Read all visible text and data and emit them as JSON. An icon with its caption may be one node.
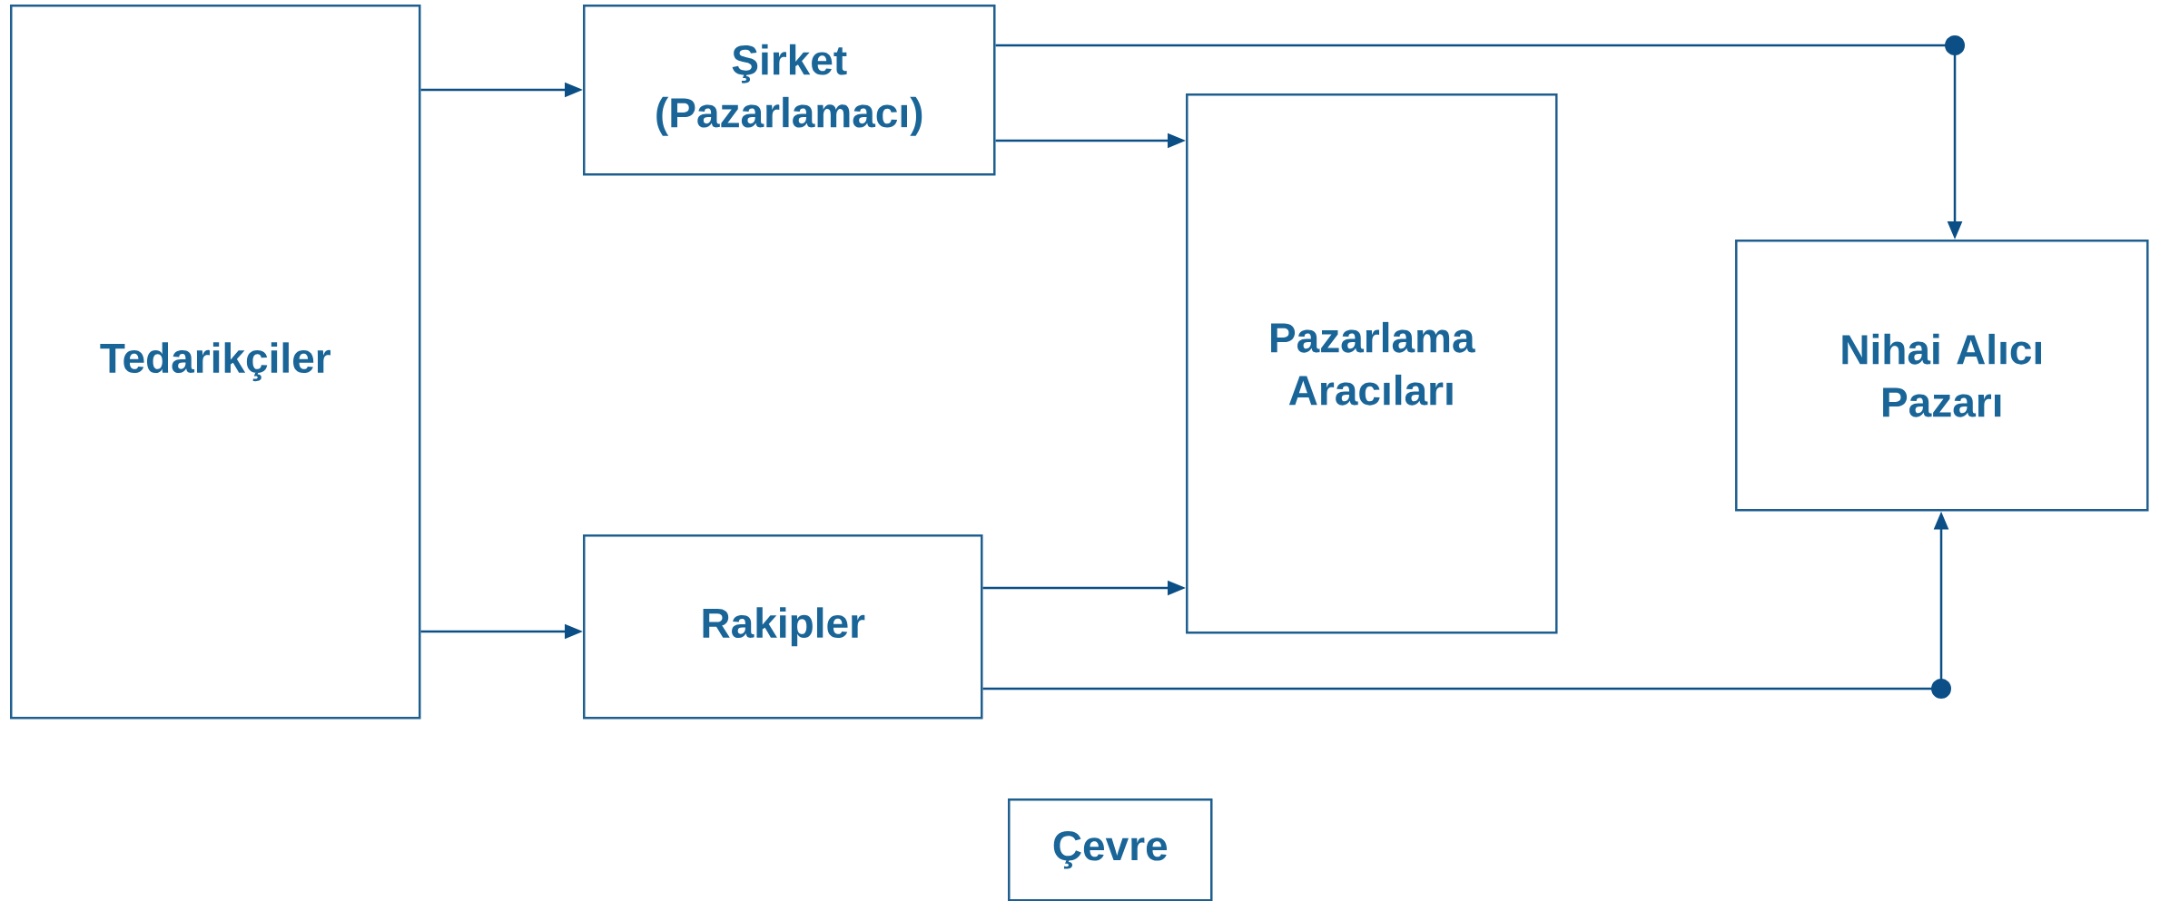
{
  "diagram": {
    "nodes": [
      {
        "text": [
          "Tedarikçiler"
        ]
      },
      {
        "text": [
          "Şirket (Pazarlamacı)"
        ]
      },
      {
        "text": [
          "Rakipler"
        ]
      },
      {
        "text": [
          "Pazarlama Aracıları"
        ]
      },
      {
        "text": [
          "Nihai Alıcı Pazarı"
        ]
      },
      {
        "text": [
          "Çevre"
        ]
      }
    ],
    "edges": [
      {
        "from": 0,
        "to": 1,
        "arrow": "to"
      },
      {
        "from": 0,
        "to": 2,
        "arrow": "to"
      },
      {
        "from": 1,
        "to": 3,
        "arrow": "to"
      },
      {
        "from": 2,
        "to": 3,
        "arrow": "to"
      },
      {
        "from": 1,
        "to": 4,
        "arrow": "to"
      },
      {
        "from": 2,
        "to": 4,
        "arrow": "to"
      }
    ]
  }
}
